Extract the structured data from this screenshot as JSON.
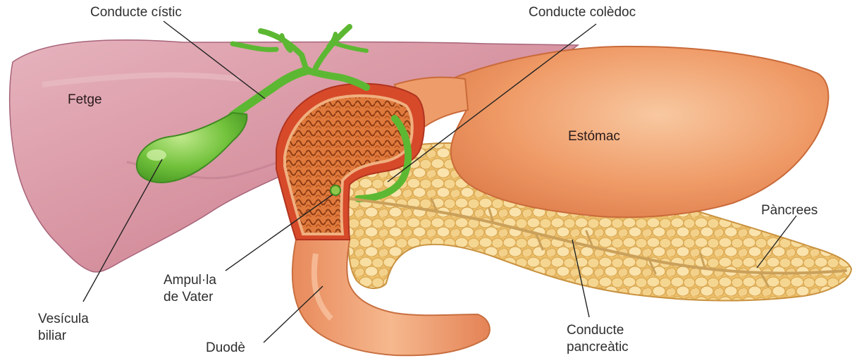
{
  "labels": {
    "cystic_duct": "Conducte cístic",
    "common_bile_duct": "Conducte colèdoc",
    "liver": "Fetge",
    "stomach": "Estómac",
    "pancreas": "Pàncrees",
    "ampulla_line1": "Ampul·la",
    "ampulla_line2": "de Vater",
    "gallbladder_line1": "Vesícula",
    "gallbladder_line2": "biliar",
    "duodenum": "Duodè",
    "pancreatic_duct_line1": "Conducte",
    "pancreatic_duct_line2": "pancreàtic"
  },
  "colors": {
    "liver": "#d99aa6",
    "liver_shadow": "#b06f80",
    "stomach": "#f0a06c",
    "stomach_highlight": "#f8c49a",
    "duodenum": "#ec9868",
    "duodenum_cut": "#c0392b",
    "pancreas": "#f2cf82",
    "pancreas_lobule": "#f7dc9c",
    "bile": "#5cb832",
    "bile_dark": "#3f8a22",
    "leader_line": "#222222"
  }
}
